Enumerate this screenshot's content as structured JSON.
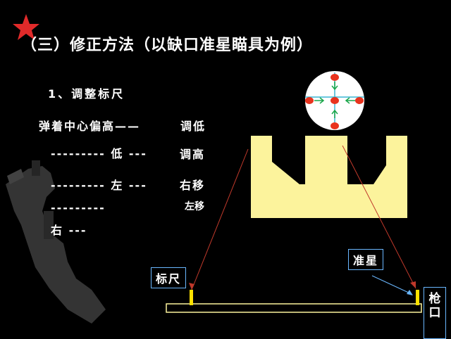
{
  "title": "（三）修正方法（以缺口准星瞄具为例）",
  "step": "1、调整标尺",
  "rows": [
    {
      "condition": "弹着中心偏高——",
      "action": "调低"
    },
    {
      "condition": "--------- 低 ---",
      "action": "调高"
    },
    {
      "condition": "--------- 左 ---",
      "action": "右移"
    },
    {
      "condition_line1": "---------",
      "condition_line2": "右 ---",
      "action": "左移"
    }
  ],
  "labels": {
    "rear_sight": "标尺",
    "front_sight": "准星",
    "muzzle": "枪口"
  },
  "colors": {
    "sight_fill": "#fcf39c",
    "target_fill": "#ffffff",
    "hit_mark": "#e8331e",
    "star": "#e12a2a",
    "label_border": "#6ab7ff",
    "sight_post": "#ffe100",
    "arrow_line": "#c0392b"
  },
  "icons": {
    "star": "red-star-icon",
    "rifle": "rifle-silhouette-icon"
  }
}
